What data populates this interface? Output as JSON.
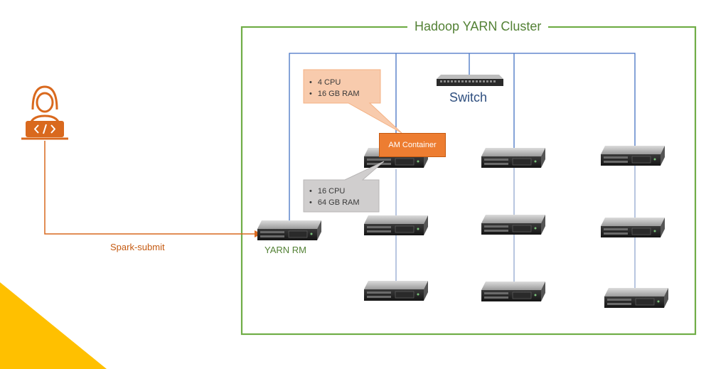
{
  "cluster": {
    "title": "Hadoop YARN Cluster"
  },
  "network": {
    "switch_label": "Switch"
  },
  "resource_manager": {
    "label": "YARN RM"
  },
  "submit": {
    "label": "Spark-submit"
  },
  "am_container": {
    "label": "AM Container"
  },
  "am_specs": [
    "4 CPU",
    "16 GB RAM"
  ],
  "node_specs": [
    "16 CPU",
    "64 GB RAM"
  ],
  "icons": {
    "user": "developer-laptop-icon",
    "switch": "network-switch-icon",
    "server": "rack-server-icon"
  },
  "colors": {
    "cluster_border": "#70ad47",
    "network_line": "#4472c4",
    "user_accent": "#d9691e",
    "am_box": "#ed7d31",
    "am_callout": "#f8cbad",
    "node_callout": "#d0cece",
    "corner_triangle": "#ffc000"
  }
}
